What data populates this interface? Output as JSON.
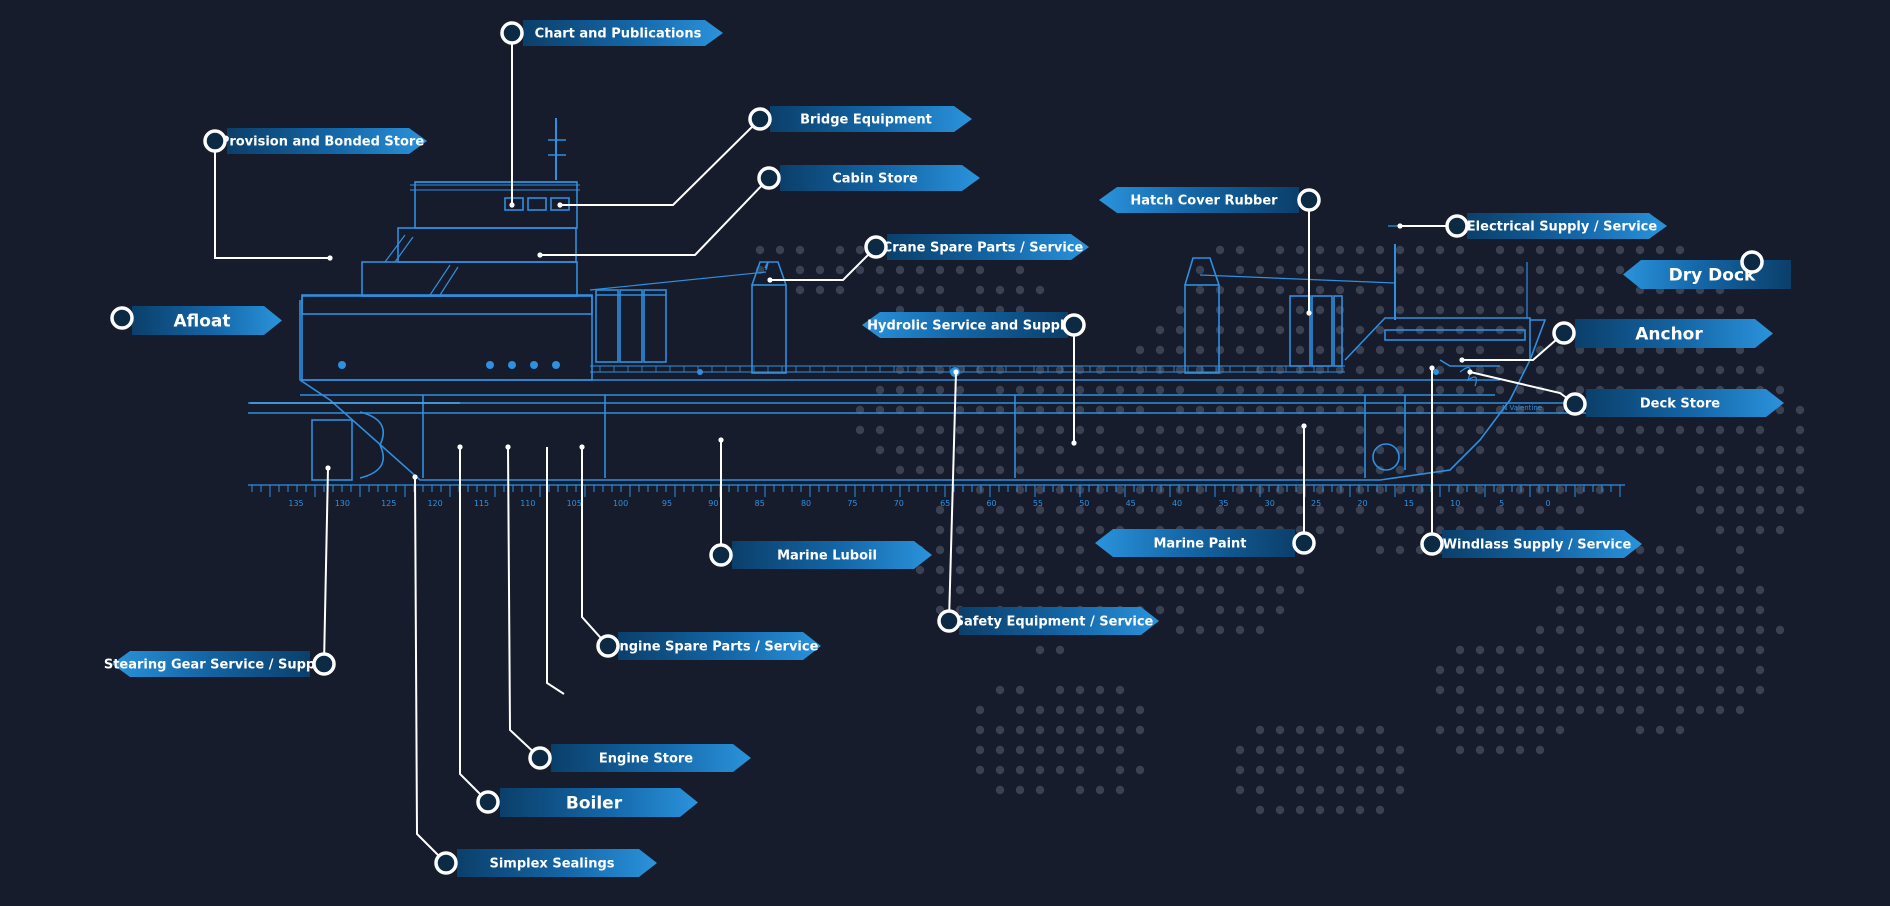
{
  "labels": {
    "chart_publications": "Chart and Publications",
    "bridge_equipment": "Bridge Equipment",
    "provision_bonded": "Provision and Bonded Store",
    "cabin_store": "Cabin Store",
    "hatch_cover_rubber": "Hatch Cover Rubber",
    "electrical_supply": "Electrical Supply / Service",
    "crane_spare_parts": "Crane Spare Parts / Service",
    "dry_dock": "Dry Dock",
    "afloat": "Afloat",
    "hydrolic_service": "Hydrolic Service and Supply",
    "anchor": "Anchor",
    "deck_store": "Deck Store",
    "marine_paint": "Marine Paint",
    "windlass_supply": "Windlass Supply / Service",
    "marine_luboil": "Marine Luboil",
    "safety_equipment": "Safety Equipment / Service",
    "engine_spare_parts": "Engine Spare Parts / Service",
    "steering_gear": "Stearing Gear Service / Supply",
    "engine_store": "Engine Store",
    "boiler": "Boiler",
    "simplex_sealings": "Simplex Sealings"
  },
  "ruler_ticks": [
    "135",
    "130",
    "125",
    "120",
    "115",
    "110",
    "105",
    "100",
    "95",
    "90",
    "85",
    "80",
    "75",
    "70",
    "65",
    "60",
    "55",
    "50",
    "45",
    "40",
    "35",
    "30",
    "25",
    "20",
    "15",
    "10",
    "5",
    "0"
  ],
  "hull_mark": "N Valentine",
  "colors": {
    "background": "#161c2b",
    "line": "#2f8fe0",
    "line_bright": "#4aa8f0",
    "tag_dark": "#0d4a78",
    "tag_light": "#2a8fd8",
    "leader": "#ffffff",
    "map_dots": "#3a4152"
  }
}
